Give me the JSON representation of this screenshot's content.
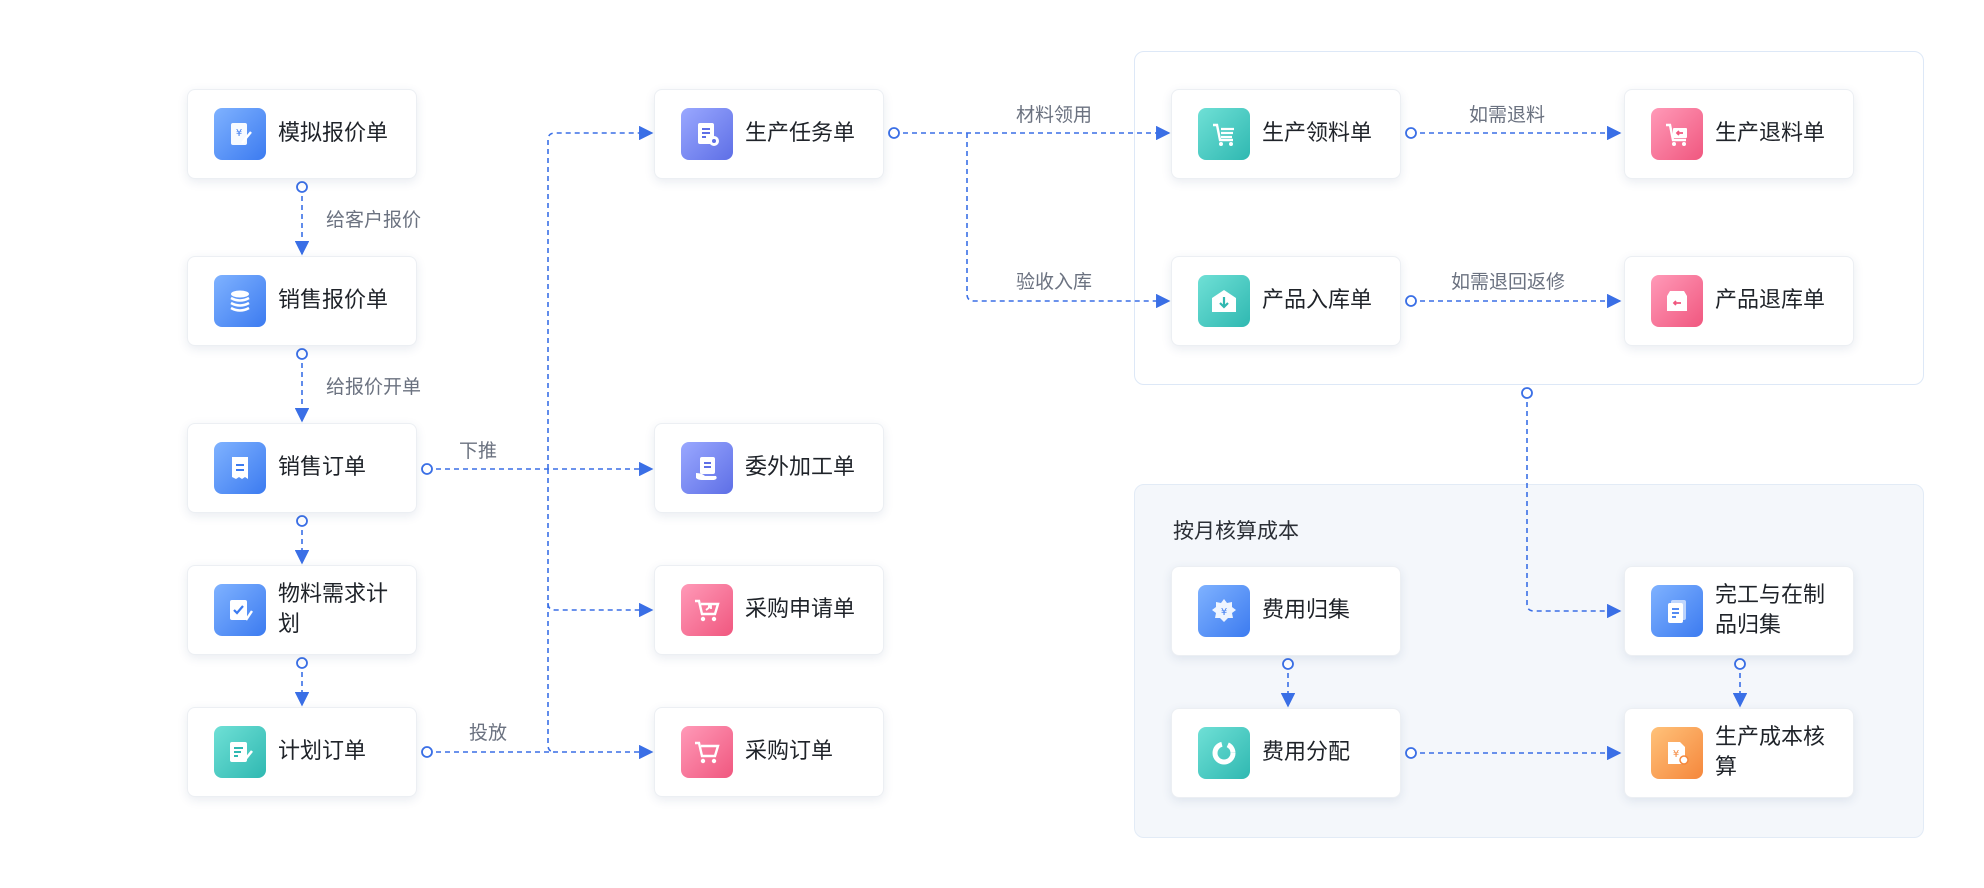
{
  "nodes": {
    "mock_quote": "模拟报价单",
    "sales_quote": "销售报价单",
    "sales_order": "销售订单",
    "mrp": "物料需求计划",
    "plan_order": "计划订单",
    "prod_task": "生产任务单",
    "outsource": "委外加工单",
    "purchase_req": "采购申请单",
    "purchase_order": "采购订单",
    "prod_pick": "生产领料单",
    "prod_return": "生产退料单",
    "prod_in": "产品入库单",
    "prod_back": "产品退库单",
    "expense_collect": "费用归集",
    "expense_alloc": "费用分配",
    "wip_collect": "完工与在制品归集",
    "cost_calc": "生产成本核算"
  },
  "edge_labels": {
    "to_customer": "给客户报价",
    "to_quote_order": "给报价开单",
    "push_down": "下推",
    "release": "投放",
    "material_pick": "材料领用",
    "return_if_needed": "如需退料",
    "accept_in": "验收入库",
    "return_repair": "如需退回返修"
  },
  "groups": {
    "monthly_cost_title": "按月核算成本"
  },
  "icons": {
    "mock_quote": "quote-doc-icon",
    "sales_quote": "coin-stack-icon",
    "sales_order": "receipt-icon",
    "mrp": "checklist-icon",
    "plan_order": "edit-doc-icon",
    "prod_task": "task-gear-icon",
    "outsource": "hand-doc-icon",
    "purchase_req": "cart-share-icon",
    "purchase_order": "cart-icon",
    "prod_pick": "cart-out-icon",
    "prod_return": "cart-back-icon",
    "prod_in": "warehouse-in-icon",
    "prod_back": "box-back-icon",
    "expense_collect": "money-cloud-icon",
    "expense_alloc": "pie-ring-icon",
    "wip_collect": "doc-stack-icon",
    "cost_calc": "cost-doc-icon"
  },
  "colors": {
    "connector": "#3a6fe6",
    "blue": "#3c7bf0",
    "purple": "#5e6fe6",
    "teal": "#2fb8b1",
    "pink": "#f0577f",
    "orange": "#f5873c"
  }
}
